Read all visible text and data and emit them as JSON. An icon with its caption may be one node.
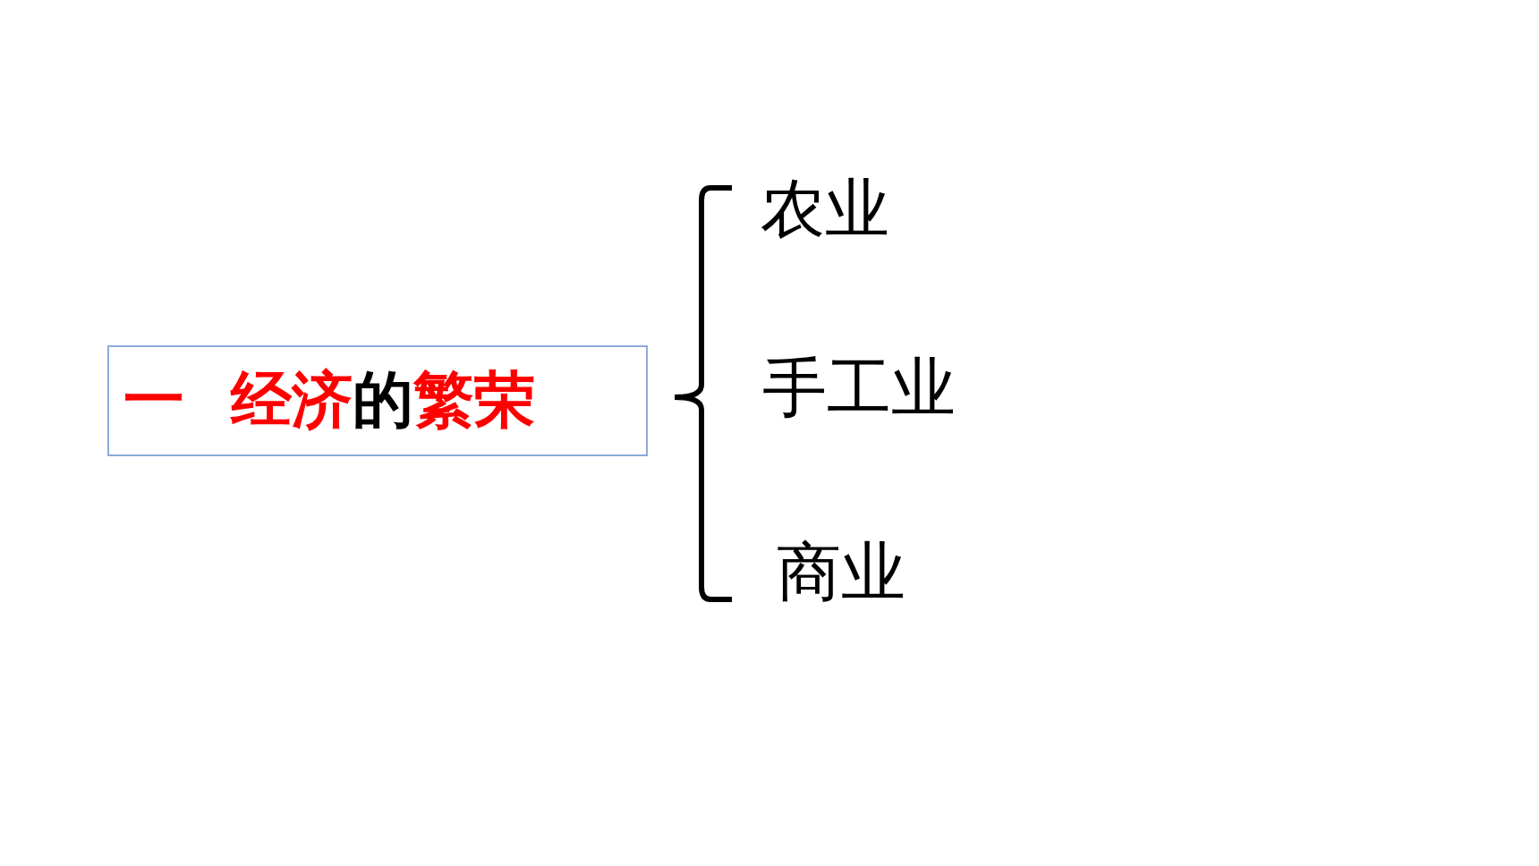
{
  "diagram": {
    "nodes": [
      {
        "text": [
          "一 经济的繁荣"
        ]
      }
    ],
    "labels": [
      "农业",
      "手工业",
      "商业"
    ]
  }
}
